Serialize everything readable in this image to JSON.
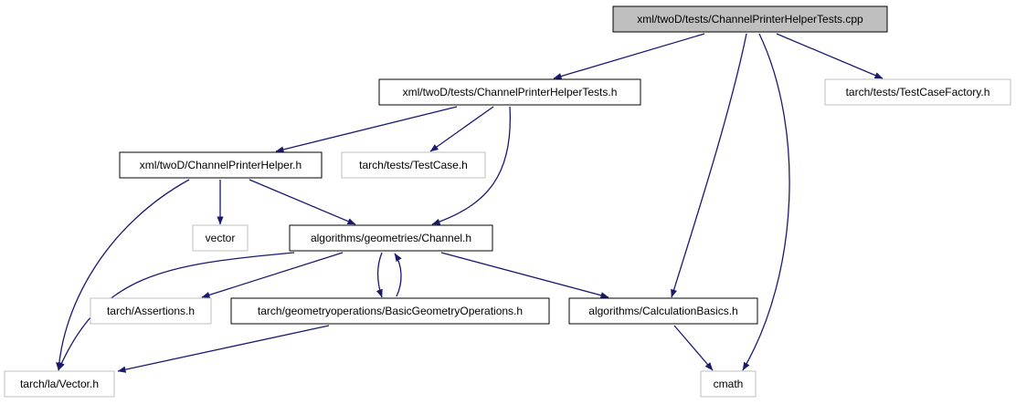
{
  "colors": {
    "edge": "#191970",
    "node_border_defined": "#000000",
    "node_border_external": "#bfbfbf",
    "root_fill": "#bfbfbf",
    "node_fill": "#ffffff"
  },
  "nodes": [
    {
      "id": "root",
      "label": "xml/twoD/tests/ChannelPrinterHelperTests.cpp",
      "style": "root"
    },
    {
      "id": "tests_h",
      "label": "xml/twoD/tests/ChannelPrinterHelperTests.h",
      "style": "defined"
    },
    {
      "id": "testcasefactory",
      "label": "tarch/tests/TestCaseFactory.h",
      "style": "external"
    },
    {
      "id": "printerhelper",
      "label": "xml/twoD/ChannelPrinterHelper.h",
      "style": "defined"
    },
    {
      "id": "testcase",
      "label": "tarch/tests/TestCase.h",
      "style": "external"
    },
    {
      "id": "vector",
      "label": "vector",
      "style": "external"
    },
    {
      "id": "channel",
      "label": "algorithms/geometries/Channel.h",
      "style": "defined"
    },
    {
      "id": "assertions",
      "label": "tarch/Assertions.h",
      "style": "external"
    },
    {
      "id": "basicgeom",
      "label": "tarch/geometryoperations/BasicGeometryOperations.h",
      "style": "defined"
    },
    {
      "id": "calcbasics",
      "label": "algorithms/CalculationBasics.h",
      "style": "defined"
    },
    {
      "id": "lavector",
      "label": "tarch/la/Vector.h",
      "style": "external"
    },
    {
      "id": "cmath",
      "label": "cmath",
      "style": "external"
    }
  ],
  "edges": [
    {
      "from": "root",
      "to": "tests_h"
    },
    {
      "from": "root",
      "to": "testcasefactory"
    },
    {
      "from": "root",
      "to": "calcbasics"
    },
    {
      "from": "root",
      "to": "cmath"
    },
    {
      "from": "tests_h",
      "to": "printerhelper"
    },
    {
      "from": "tests_h",
      "to": "testcase"
    },
    {
      "from": "tests_h",
      "to": "channel"
    },
    {
      "from": "printerhelper",
      "to": "vector"
    },
    {
      "from": "printerhelper",
      "to": "channel"
    },
    {
      "from": "printerhelper",
      "to": "lavector"
    },
    {
      "from": "channel",
      "to": "assertions"
    },
    {
      "from": "channel",
      "to": "basicgeom"
    },
    {
      "from": "channel",
      "to": "calcbasics"
    },
    {
      "from": "channel",
      "to": "lavector"
    },
    {
      "from": "basicgeom",
      "to": "channel"
    },
    {
      "from": "basicgeom",
      "to": "lavector"
    },
    {
      "from": "calcbasics",
      "to": "cmath"
    }
  ]
}
